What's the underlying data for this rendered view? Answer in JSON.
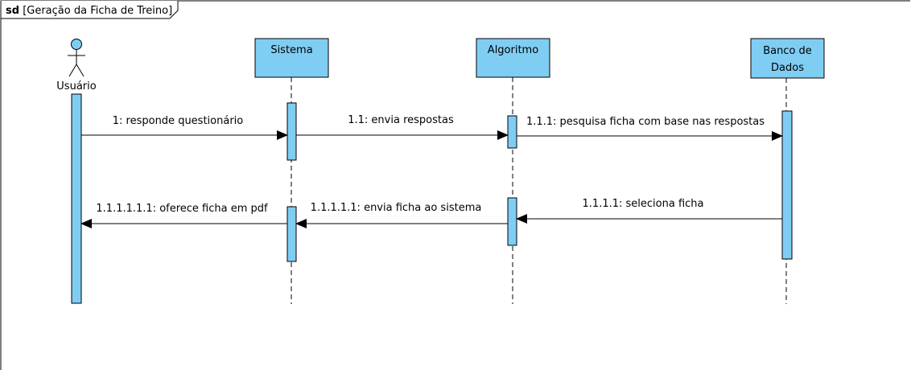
{
  "frame": {
    "keyword": "sd",
    "title": "[Geração da Ficha de Treino]"
  },
  "actor": {
    "label": "Usuário"
  },
  "lifelines": {
    "sistema": "Sistema",
    "algoritmo": "Algoritmo",
    "banco_line1": "Banco de",
    "banco_line2": "Dados"
  },
  "messages": {
    "m1": "1: responde questionário",
    "m2": "1.1: envia respostas",
    "m3": "1.1.1: pesquisa ficha com base nas respostas",
    "m4": "1.1.1.1: seleciona ficha",
    "m5": "1.1.1.1.1: envia ficha ao sistema",
    "m6": "1.1.1.1.1.1: oferece ficha em pdf"
  },
  "colors": {
    "box_fill": "#7fcdf3",
    "line": "#000000",
    "background": "#ffffff"
  }
}
